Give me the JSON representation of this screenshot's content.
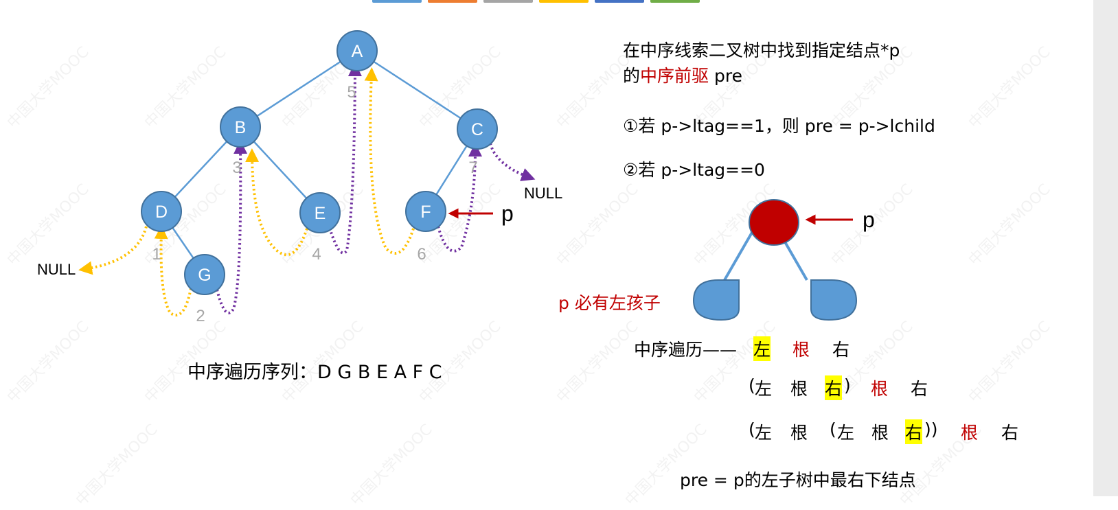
{
  "top_bar_colors": [
    "#5b9bd5",
    "#ed7d31",
    "#a5a5a5",
    "#ffc000",
    "#4472c4",
    "#70ad47"
  ],
  "watermark": "中国大学MOOC",
  "tree": {
    "nodes": [
      "A",
      "B",
      "C",
      "D",
      "E",
      "F",
      "G"
    ],
    "order_numbers": [
      "1",
      "2",
      "3",
      "4",
      "5",
      "6",
      "7"
    ],
    "null_left": "NULL",
    "null_right": "NULL",
    "pointer_label": "p",
    "inorder_caption": "中序遍历序列：D G B E A F C"
  },
  "right": {
    "title_line1": "在中序线索二叉树中找到指定结点*p",
    "title_line2_a": "的",
    "title_line2_b": "中序前驱",
    "title_line2_c": " pre",
    "rule1": "①若 p->ltag==1，则 pre = p->lchild",
    "rule2": "②若 p->ltag==0",
    "pointer_label": "p",
    "must_have_left": "p 必有左孩子",
    "row1": {
      "prefix": "中序遍历——",
      "left": "左",
      "root": "根",
      "right": "右"
    },
    "row2": {
      "open": "(",
      "left": "左",
      "root": "根",
      "right": "右",
      "close": ")",
      "root2": "根",
      "right2": "右"
    },
    "row3": {
      "open": "(",
      "left": "左",
      "root": "根",
      "open2": "(",
      "left2": "左",
      "root2": "根",
      "right2": "右",
      "close": "))",
      "root3": "根",
      "right3": "右"
    },
    "conclusion": "pre = p的左子树中最右下结点"
  },
  "colors": {
    "node_fill": "#5b9bd5",
    "node_stroke": "#41719c",
    "edge": "#5b9bd5",
    "thread_orange": "#ffc000",
    "thread_purple": "#7030a0",
    "accent_red": "#c00000",
    "highlight": "#ffff00",
    "order_gray": "#a6a6a6"
  }
}
